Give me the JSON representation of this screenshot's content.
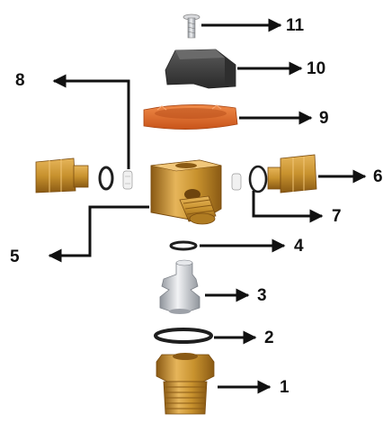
{
  "diagram": {
    "callouts": [
      {
        "id": "1",
        "label": "1"
      },
      {
        "id": "2",
        "label": "2"
      },
      {
        "id": "3",
        "label": "3"
      },
      {
        "id": "4",
        "label": "4"
      },
      {
        "id": "5",
        "label": "5"
      },
      {
        "id": "6",
        "label": "6"
      },
      {
        "id": "7",
        "label": "7"
      },
      {
        "id": "8",
        "label": "8"
      },
      {
        "id": "9",
        "label": "9"
      },
      {
        "id": "10",
        "label": "10"
      },
      {
        "id": "11",
        "label": "11"
      }
    ],
    "colors": {
      "brass": "#c8922e",
      "brass_dark": "#8a5a14",
      "brass_light": "#e6b55a",
      "orange": "#e06a2a",
      "dark_gray": "#3a3a3a",
      "silver": "#c9ccd1",
      "ring_black": "#1e1e1e",
      "arrow": "#111111"
    }
  }
}
